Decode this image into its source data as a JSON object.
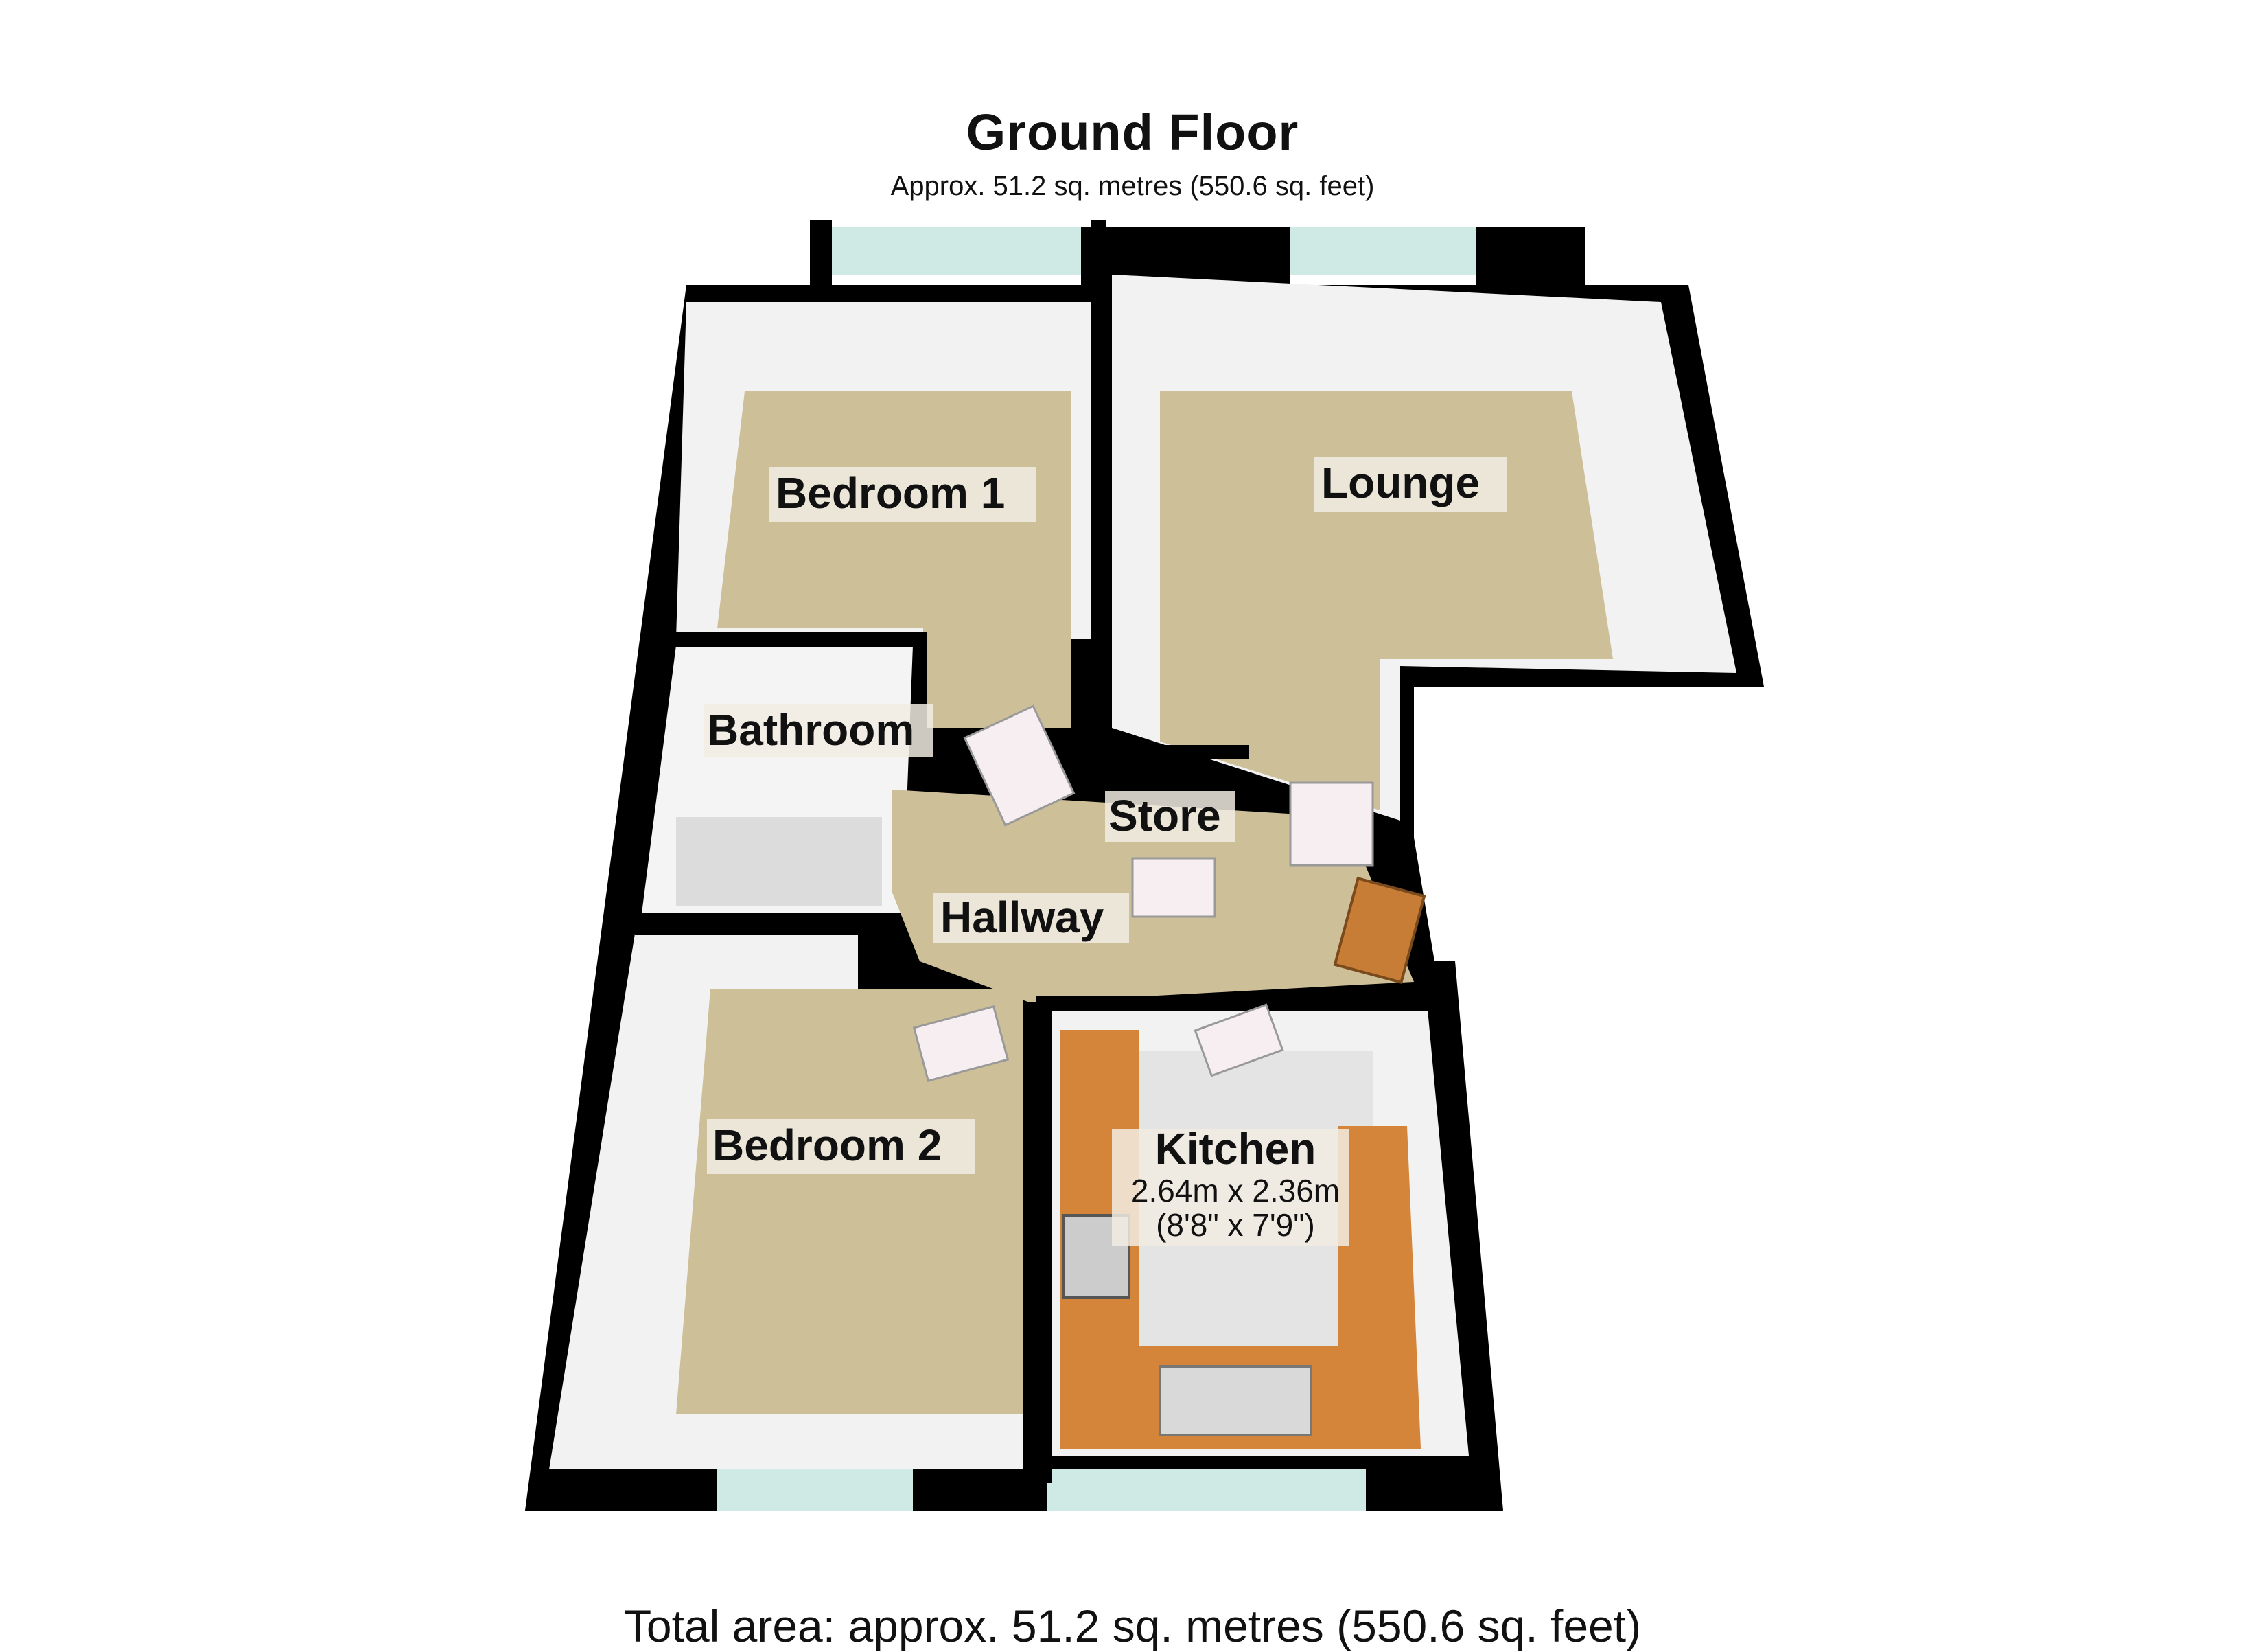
{
  "header": {
    "title": "Ground Floor",
    "subtitle": "Approx. 51.2 sq. metres (550.6 sq. feet)"
  },
  "footer": {
    "total_area": "Total area: approx. 51.2 sq. metres (550.6 sq. feet)"
  },
  "rooms": {
    "bedroom1": {
      "label": "Bedroom 1"
    },
    "lounge": {
      "label": "Lounge"
    },
    "bathroom": {
      "label": "Bathroom"
    },
    "store": {
      "label": "Store"
    },
    "hallway": {
      "label": "Hallway"
    },
    "bedroom2": {
      "label": "Bedroom 2"
    },
    "kitchen": {
      "label": "Kitchen",
      "dim_metric": "2.64m x 2.36m",
      "dim_imperial": "(8'8\" x 7'9\")"
    }
  },
  "colors": {
    "wall": "#000000",
    "carpet": "#cdbf98",
    "worktop": "#d4853a",
    "tile": "#e4e4e4",
    "window": "#cfe9e4",
    "inner_wall": "#f4f4f4"
  }
}
